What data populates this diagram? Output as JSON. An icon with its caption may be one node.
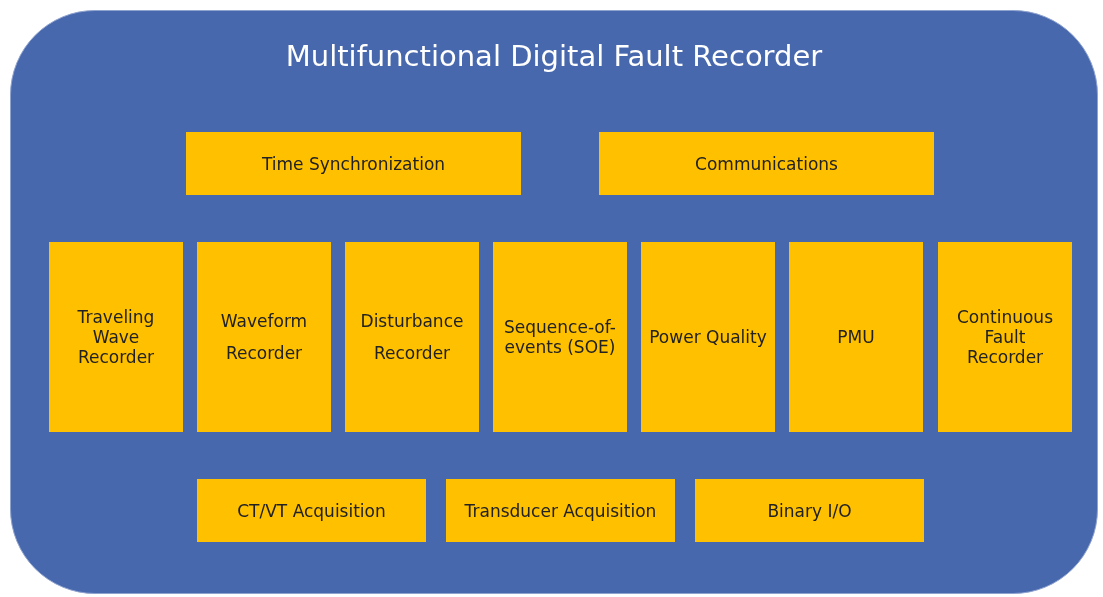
{
  "diagram": {
    "nodes": [
      {
        "text": [
          "Multifunctional Digital Fault Recorder"
        ]
      },
      {
        "text": [
          "Time Synchronization"
        ],
        "in": 0
      },
      {
        "text": [
          "Communications"
        ],
        "in": 0
      },
      {
        "text": [
          "Traveling Wave Recorder"
        ],
        "in": 0
      },
      {
        "text": [
          "Waveform Recorder"
        ],
        "in": 0
      },
      {
        "text": [
          "Disturbance Recorder"
        ],
        "in": 0
      },
      {
        "text": [
          "Sequence-of-events (SOE)"
        ],
        "in": 0
      },
      {
        "text": [
          "Power Quality"
        ],
        "in": 0
      },
      {
        "text": [
          "PMU"
        ],
        "in": 0
      },
      {
        "text": [
          "Continuous Fault Recorder"
        ],
        "in": 0
      },
      {
        "text": [
          "CT/VT Acquisition"
        ],
        "in": 0
      },
      {
        "text": [
          "Transducer Acquisition"
        ],
        "in": 0
      },
      {
        "text": [
          "Binary I/O"
        ],
        "in": 0
      }
    ],
    "edges": []
  }
}
